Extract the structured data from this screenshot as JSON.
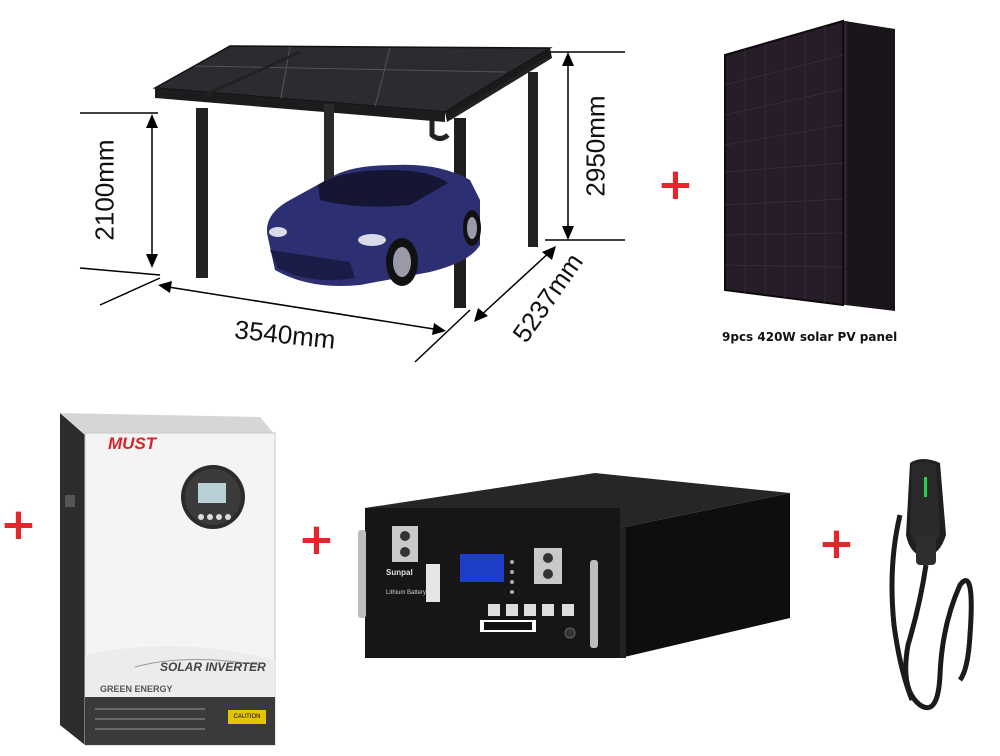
{
  "carport": {
    "height_front": "2100mm",
    "height_back": "2950mm",
    "width": "3540mm",
    "depth": "5237mm"
  },
  "solar_panel": {
    "caption": "9pcs 420W solar PV panel"
  },
  "plus_symbol": "+",
  "inverter": {
    "brand": "MUST",
    "label": "SOLAR INVERTER",
    "sub_label": "GREEN ENERGY",
    "warning": "CAUTION"
  },
  "battery": {
    "brand": "Sunpal",
    "label": "Lithium Battery"
  },
  "colors": {
    "accent_plus": "#e3262b",
    "panel": "#241a24",
    "battery": "#141414",
    "charger_led": "#27d24a"
  }
}
